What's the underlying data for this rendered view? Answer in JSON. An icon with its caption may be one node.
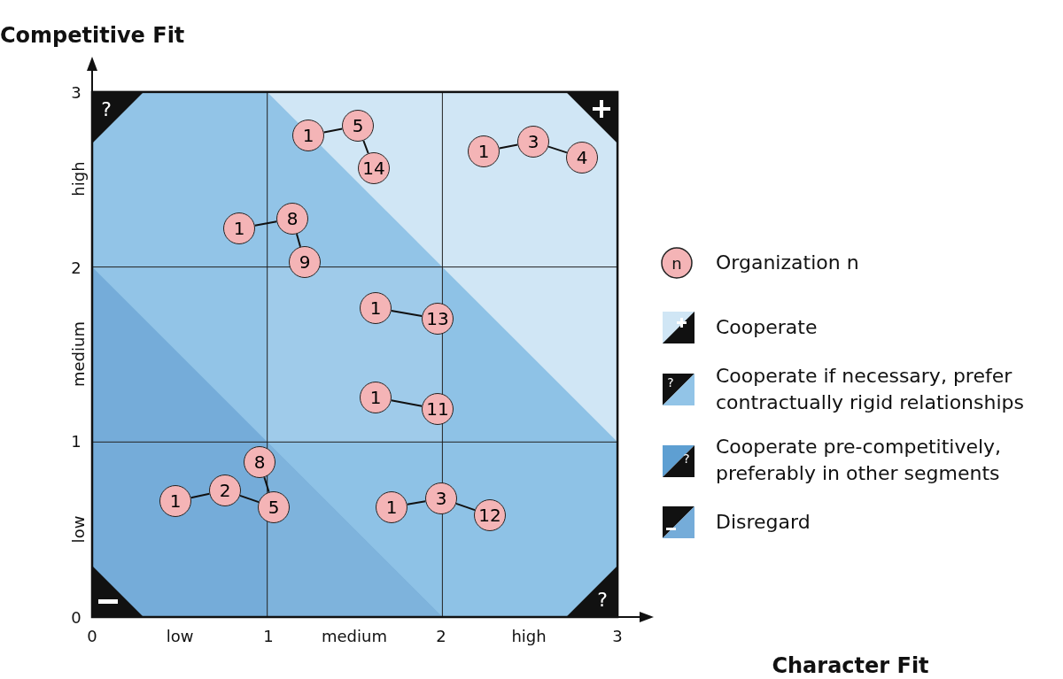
{
  "diagram": {
    "nodes": [
      {
        "text": [
          "1"
        ]
      },
      {
        "text": [
          "5"
        ]
      },
      {
        "text": [
          "14"
        ]
      },
      {
        "text": [
          "1"
        ]
      },
      {
        "text": [
          "3"
        ]
      },
      {
        "text": [
          "4"
        ]
      },
      {
        "text": [
          "1"
        ]
      },
      {
        "text": [
          "8"
        ]
      },
      {
        "text": [
          "9"
        ]
      },
      {
        "text": [
          "1"
        ]
      },
      {
        "text": [
          "13"
        ]
      },
      {
        "text": [
          "1"
        ]
      },
      {
        "text": [
          "11"
        ]
      },
      {
        "text": [
          "8"
        ]
      },
      {
        "text": [
          "1"
        ]
      },
      {
        "text": [
          "2"
        ]
      },
      {
        "text": [
          "5"
        ]
      },
      {
        "text": [
          "1"
        ]
      },
      {
        "text": [
          "3"
        ]
      },
      {
        "text": [
          "12"
        ]
      }
    ],
    "edges": [
      {
        "from": 0,
        "to": 1,
        "arrow": "none"
      },
      {
        "from": 1,
        "to": 2,
        "arrow": "none"
      },
      {
        "from": 3,
        "to": 4,
        "arrow": "none"
      },
      {
        "from": 4,
        "to": 5,
        "arrow": "none"
      },
      {
        "from": 6,
        "to": 7,
        "arrow": "none"
      },
      {
        "from": 7,
        "to": 8,
        "arrow": "none"
      },
      {
        "from": 9,
        "to": 10,
        "arrow": "none"
      },
      {
        "from": 11,
        "to": 12,
        "arrow": "none"
      },
      {
        "from": 14,
        "to": 15,
        "arrow": "none"
      },
      {
        "from": 15,
        "to": 16,
        "arrow": "none"
      },
      {
        "from": 13,
        "to": 16,
        "arrow": "none"
      },
      {
        "from": 17,
        "to": 18,
        "arrow": "none"
      },
      {
        "from": 18,
        "to": 19,
        "arrow": "none"
      }
    ],
    "labels": [
      "Competitive Fit",
      "?",
      "3",
      "high",
      "2",
      "medium",
      "1",
      "low",
      "0",
      "?",
      "0",
      "low",
      "1",
      "medium",
      "2",
      "high",
      "3",
      "Character Fit",
      "n",
      "?",
      "?"
    ],
    "legend": [
      {
        "text": "Organization n"
      },
      {
        "text": "Cooperate"
      },
      {
        "text": "Cooperate if necessary, prefer contractually rigid relationships"
      },
      {
        "text": "Cooperate pre-competitively, preferably in other segments"
      },
      {
        "text": "Disregard"
      }
    ]
  }
}
